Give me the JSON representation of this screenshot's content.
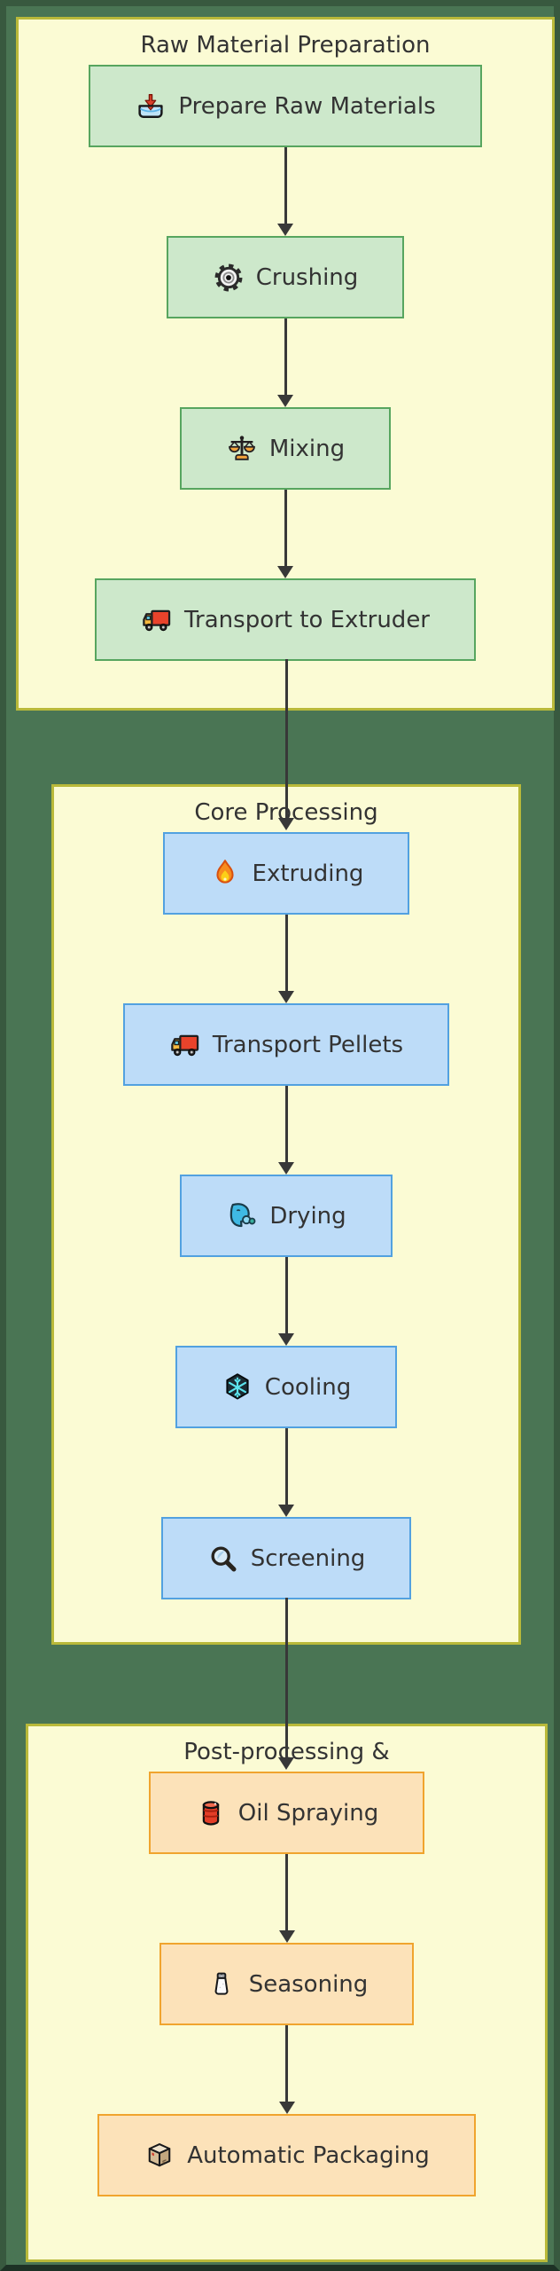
{
  "canvas": {
    "background_color": "#4a7554",
    "frame_color": "#38593f",
    "arrow_color": "#383838",
    "text_color": "#333333",
    "section_fill": "#fbfbd4",
    "section_border": "#b9b93a"
  },
  "flowchart": {
    "sections": [
      {
        "title": "Raw Material Preparation",
        "node_fill": "#cde8cb",
        "node_border": "#57a55f",
        "nodes": [
          {
            "label": "Prepare Raw Materials",
            "icon": "inbox-tray"
          },
          {
            "label": "Crushing",
            "icon": "gear"
          },
          {
            "label": "Mixing",
            "icon": "balance-scale"
          },
          {
            "label": "Transport to Extruder",
            "icon": "delivery-truck"
          }
        ]
      },
      {
        "title": "Core Processing",
        "node_fill": "#bddcf8",
        "node_border": "#52a1e0",
        "nodes": [
          {
            "label": "Extruding",
            "icon": "fire"
          },
          {
            "label": "Transport Pellets",
            "icon": "delivery-truck"
          },
          {
            "label": "Drying",
            "icon": "wind-face"
          },
          {
            "label": "Cooling",
            "icon": "snowflake"
          },
          {
            "label": "Screening",
            "icon": "magnifying-glass"
          }
        ]
      },
      {
        "title": "Post-processing &",
        "node_fill": "#fce2b9",
        "node_border": "#f0a42e",
        "nodes": [
          {
            "label": "Oil Spraying",
            "icon": "oil-drum"
          },
          {
            "label": "Seasoning",
            "icon": "salt-shaker"
          },
          {
            "label": "Automatic Packaging",
            "icon": "package"
          }
        ]
      }
    ],
    "edges": [
      {
        "from": "Prepare Raw Materials",
        "to": "Crushing"
      },
      {
        "from": "Crushing",
        "to": "Mixing"
      },
      {
        "from": "Mixing",
        "to": "Transport to Extruder"
      },
      {
        "from": "Transport to Extruder",
        "to": "Extruding"
      },
      {
        "from": "Extruding",
        "to": "Transport Pellets"
      },
      {
        "from": "Transport Pellets",
        "to": "Drying"
      },
      {
        "from": "Drying",
        "to": "Cooling"
      },
      {
        "from": "Cooling",
        "to": "Screening"
      },
      {
        "from": "Screening",
        "to": "Oil Spraying"
      },
      {
        "from": "Oil Spraying",
        "to": "Seasoning"
      },
      {
        "from": "Seasoning",
        "to": "Automatic Packaging"
      }
    ]
  }
}
